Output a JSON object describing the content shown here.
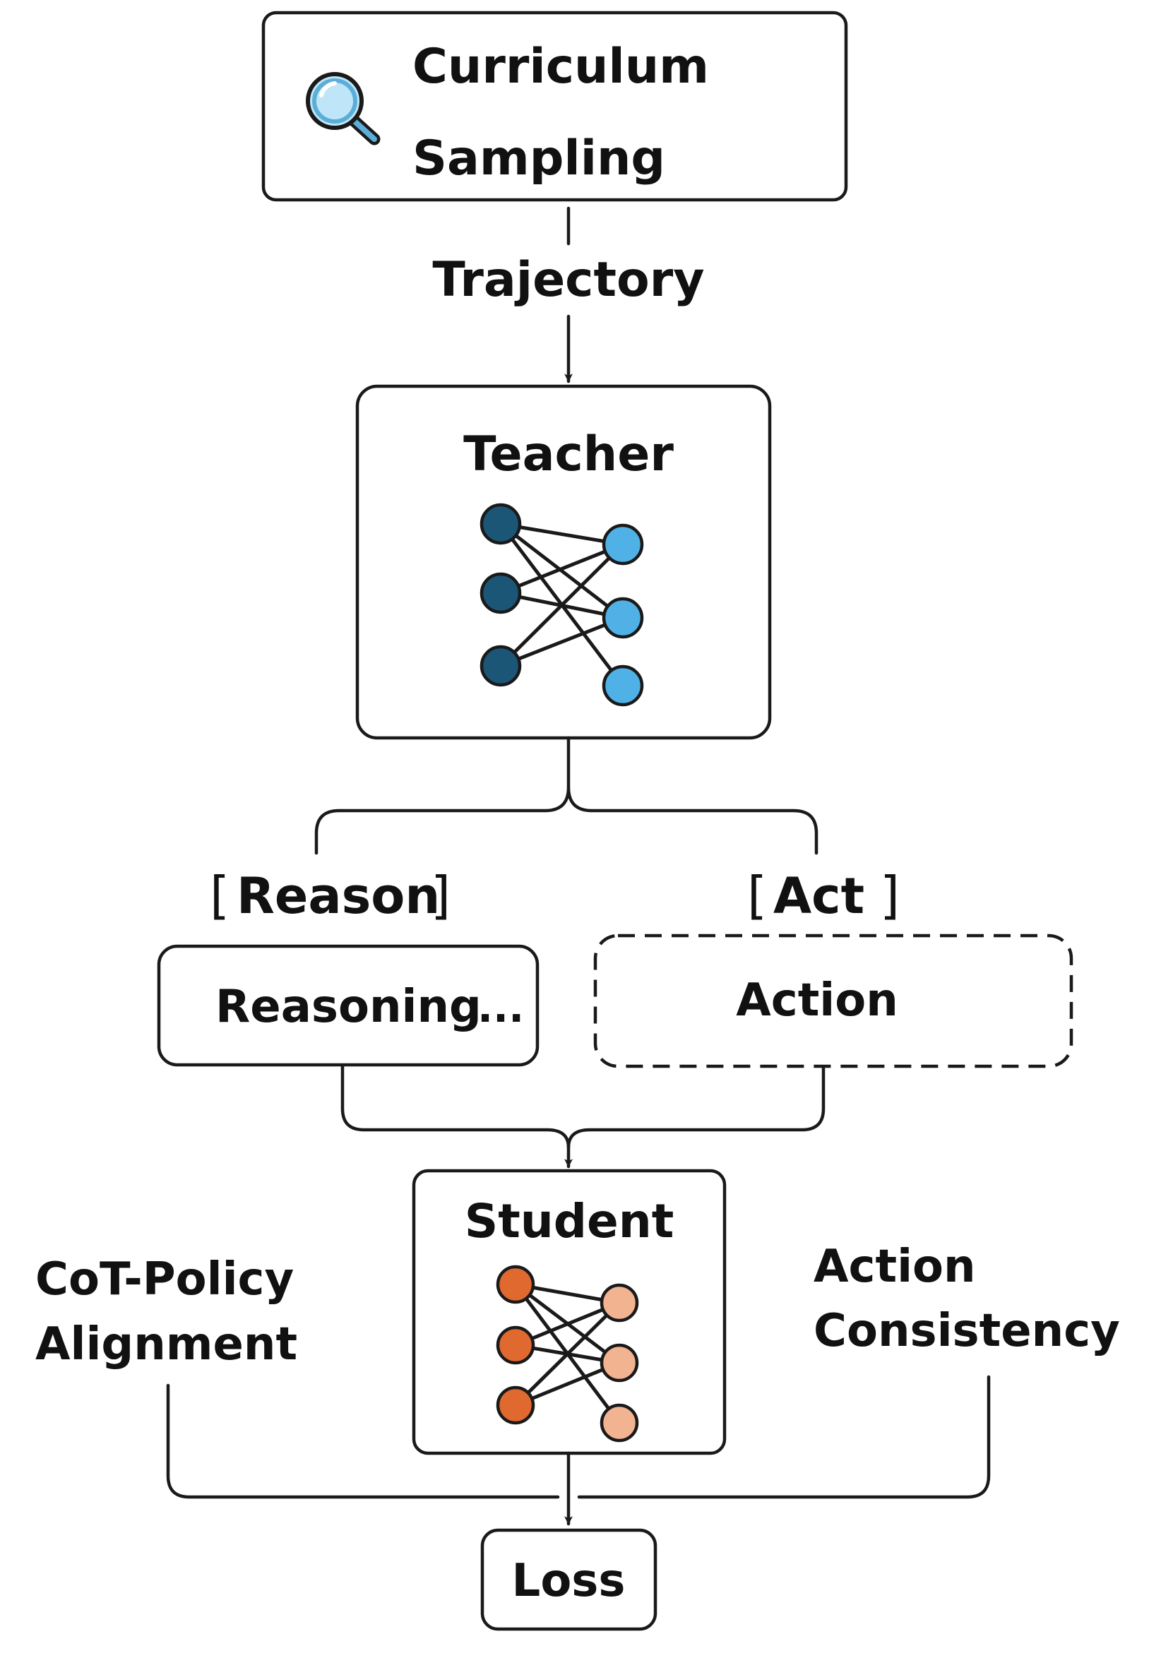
{
  "nodes": {
    "curriculum": {
      "line1": "Curriculum",
      "line2": "Sampling"
    },
    "teacher": {
      "label": "Teacher"
    },
    "reasoning": {
      "label": "Reasoning",
      "ellipsis": "..."
    },
    "action": {
      "label": "Action"
    },
    "student": {
      "label": "Student"
    },
    "loss": {
      "label": "Loss"
    }
  },
  "edges": {
    "trajectory": "Trajectory"
  },
  "tags": {
    "reason": {
      "open": "[",
      "label": "Reason",
      "close": "]"
    },
    "act": {
      "open": "[",
      "label": "Act",
      "close": "]"
    }
  },
  "objectives": {
    "cot_policy": {
      "line1": "CoT-Policy",
      "line2": "Alignment"
    },
    "action_consistency": {
      "line1": "Action",
      "line2": "Consistency"
    }
  },
  "icons": {
    "search": "magnifier-icon",
    "teacher_network": "neural-network-icon",
    "student_network": "neural-network-icon"
  },
  "colors": {
    "teacher_left_nodes": "#1c5677",
    "teacher_right_nodes": "#4fb1e6",
    "student_left_nodes": "#e0692f",
    "student_right_nodes": "#f2b391",
    "magnifier_lens": "#bfe6f8",
    "magnifier_rim": "#5aaed8"
  }
}
